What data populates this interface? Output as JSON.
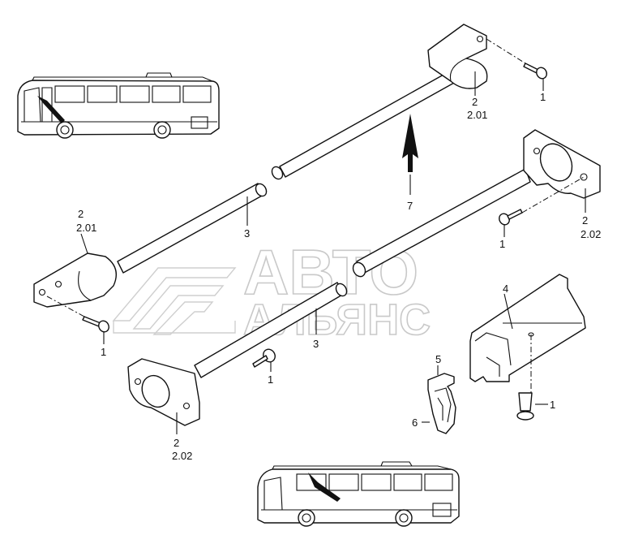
{
  "watermark": {
    "line1": "АВТО",
    "line2": "АЛЬЯНС"
  },
  "labels": {
    "top_screw": "1",
    "top_bracket_num": "2",
    "top_bracket_sub": "2.01",
    "arrow_num": "7",
    "left_bracket_num": "2",
    "left_bracket_sub": "2.01",
    "tube_left_upper": "3",
    "left_screw": "1",
    "right_bracket_num": "2",
    "right_bracket_sub": "2.02",
    "right_screw": "1",
    "rail": "4",
    "tube_left_lower": "3",
    "lower_screw": "1",
    "clip_top": "5",
    "clip_bottom": "6",
    "rail_screw": "1",
    "bottom_bracket_num": "2",
    "bottom_bracket_sub": "2.02"
  }
}
